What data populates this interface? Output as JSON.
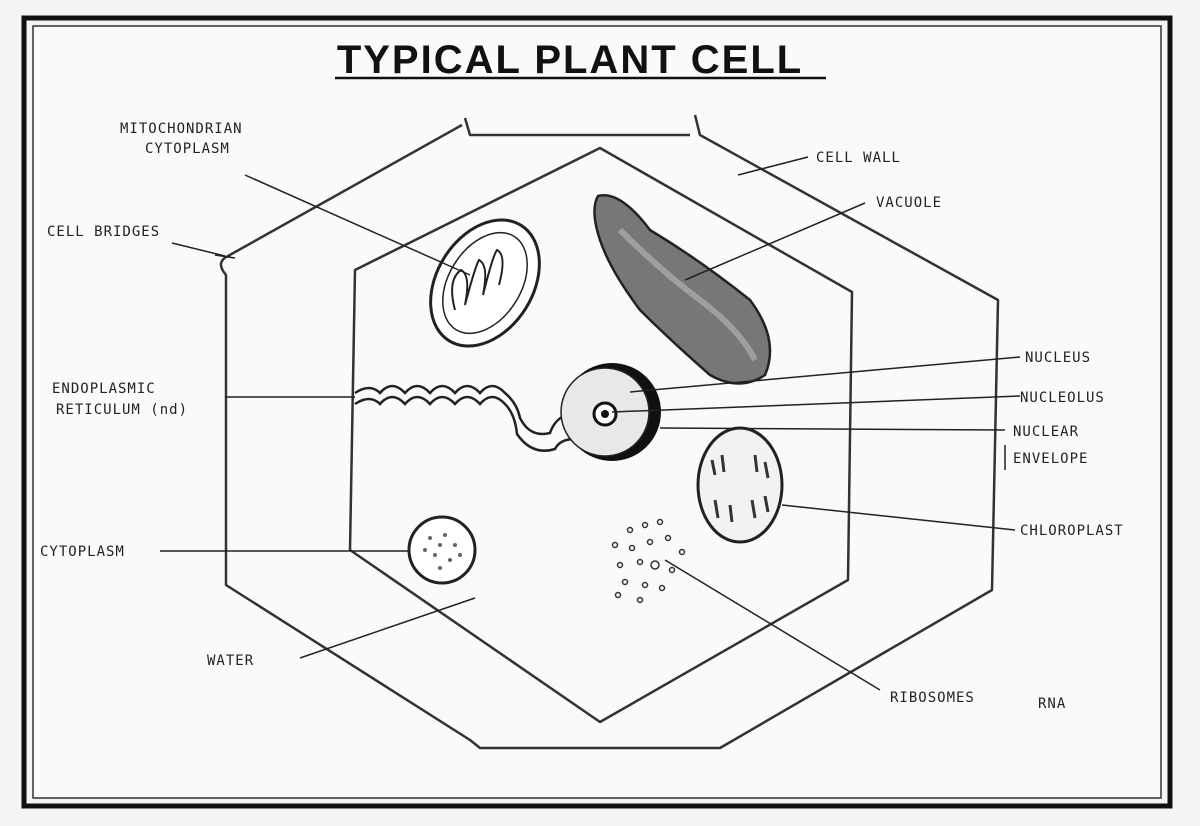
{
  "title": "TYPICAL PLANT CELL",
  "labels": {
    "mitochondrian_1": "MITOCHONDRIAN",
    "mitochondrian_2": "CYTOPLASM",
    "cell_bridges": "CELL BRIDGES",
    "er_1": "ENDOPLASMIC",
    "er_2": "RETICULUM (nd)",
    "cytoplasm": "CYTOPLASM",
    "water": "WATER",
    "cell_wall": "CELL WALL",
    "vacuole": "VACUOLE",
    "nucleus": "NUCLEUS",
    "nucleolus": "NUCLEOLUS",
    "nuclear_envelope_1": "NUCLEAR",
    "nuclear_envelope_2": "ENVELOPE",
    "chloroplast": "CHLOROPLAST",
    "ribosomes": "RIBOSOMES",
    "rna": "RNA"
  }
}
